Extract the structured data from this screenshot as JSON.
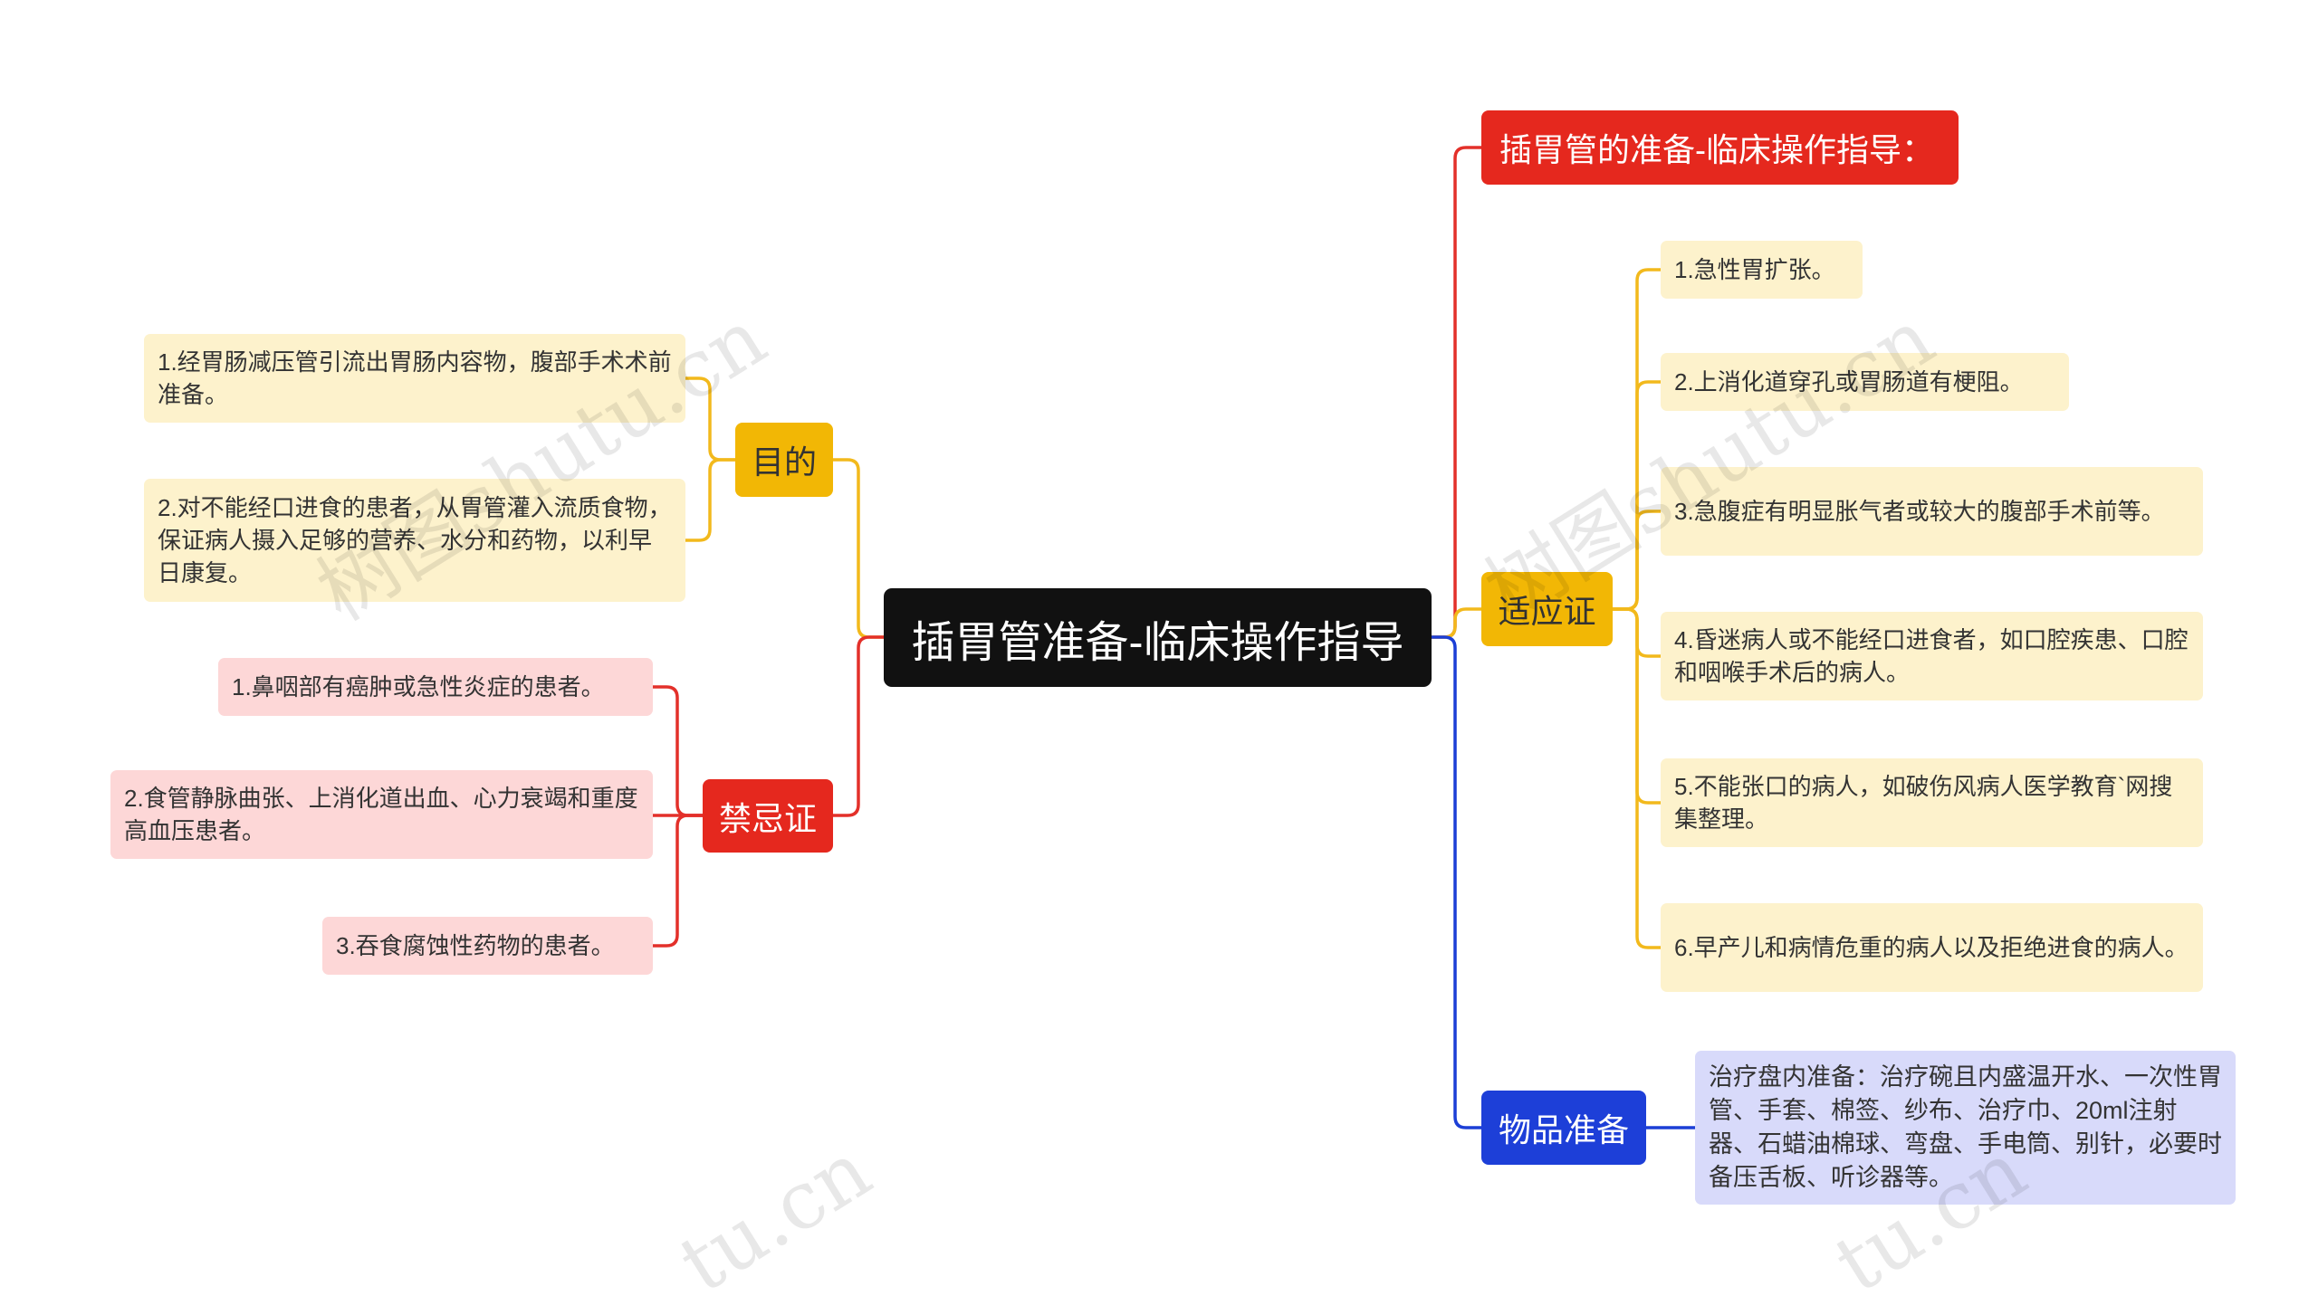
{
  "root": {
    "label": "插胃管准备-临床操作指导"
  },
  "right": {
    "header": {
      "label": "插胃管的准备-临床操作指导："
    },
    "indications": {
      "label": "适应证",
      "items": [
        "1.急性胃扩张。",
        "2.上消化道穿孔或胃肠道有梗阻。",
        "3.急腹症有明显胀气者或较大的腹部手术前等。",
        "4.昏迷病人或不能经口进食者，如口腔疾患、口腔和咽喉手术后的病人。",
        "5.不能张口的病人，如破伤风病人医学教育`网搜集整理。",
        "6.早产儿和病情危重的病人以及拒绝进食的病人。"
      ]
    },
    "supplies": {
      "label": "物品准备",
      "items": [
        "治疗盘内准备：治疗碗且内盛温开水、一次性胃管、手套、棉签、纱布、治疗巾、20ml注射器、石蜡油棉球、弯盘、手电筒、别针，必要时备压舌板、听诊器等。"
      ]
    }
  },
  "left": {
    "purpose": {
      "label": "目的",
      "items": [
        "1.经胃肠减压管引流出胃肠内容物，腹部手术术前准备。",
        "2.对不能经口进食的患者，从胃管灌入流质食物，保证病人摄入足够的营养、水分和药物，以利早日康复。"
      ]
    },
    "contraindications": {
      "label": "禁忌证",
      "items": [
        "1.鼻咽部有癌肿或急性炎症的患者。",
        "2.食管静脉曲张、上消化道出血、心力衰竭和重度高血压患者。",
        "3.吞食腐蚀性药物的患者。"
      ]
    }
  },
  "watermark": {
    "text": "树图shutu.cn",
    "partial": "tu.cn"
  },
  "colors": {
    "page_bg": "#ffffff",
    "root_bg": "#111111",
    "header_bg": "#e5281e",
    "yellow_node_bg": "#f2b705",
    "red_node_bg": "#e5281e",
    "blue_node_bg": "#1d3fd8",
    "yellow_leaf_bg": "#fdf2cc",
    "red_leaf_bg": "#fdd7d7",
    "blue_leaf_bg": "#d8dafa",
    "red_line": "#e3302a",
    "yellow_line": "#f2b91c",
    "blue_line": "#1c3fd6",
    "leaf_text": "#333333"
  }
}
